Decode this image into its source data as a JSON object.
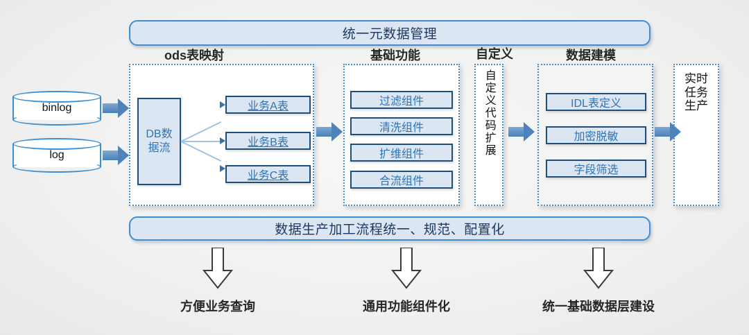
{
  "banners": {
    "top": "统一元数据管理",
    "bottom": "数据生产加工流程统一、规范、配置化"
  },
  "captions": {
    "ods": "ods表映射",
    "basic": "基础功能",
    "custom": "自定义",
    "modeling": "数据建模"
  },
  "sources": [
    {
      "label": "binlog"
    },
    {
      "label": "log"
    }
  ],
  "ods": {
    "stream_box": {
      "line1": "DB数",
      "line2": "据流"
    },
    "tables": [
      {
        "label": "业务A表"
      },
      {
        "label": "业务B表"
      },
      {
        "label": "业务C表"
      }
    ]
  },
  "basic_functions": {
    "components": [
      {
        "label": "过滤组件"
      },
      {
        "label": "清洗组件"
      },
      {
        "label": "扩维组件"
      },
      {
        "label": "合流组件"
      }
    ]
  },
  "custom": {
    "vertical_label": "自定义代码扩展"
  },
  "modeling": {
    "components": [
      {
        "label": "IDL表定义"
      },
      {
        "label": "加密脱敏"
      },
      {
        "label": "字段筛选"
      }
    ]
  },
  "output": {
    "label_lines": "实时\n任务\n生产"
  },
  "outcomes": [
    {
      "label": "方便业务查询"
    },
    {
      "label": "通用功能组件化"
    },
    {
      "label": "统一基础数据层建设"
    }
  ],
  "colors": {
    "accent_border": "#3c8fd4",
    "box_fill": "#dce6f2",
    "box_border": "#1f4e79",
    "box_text": "#2e74b5",
    "banner_text": "#1f3864",
    "arrow_blue": "#4e82b8",
    "background": "#f1f1f1"
  }
}
